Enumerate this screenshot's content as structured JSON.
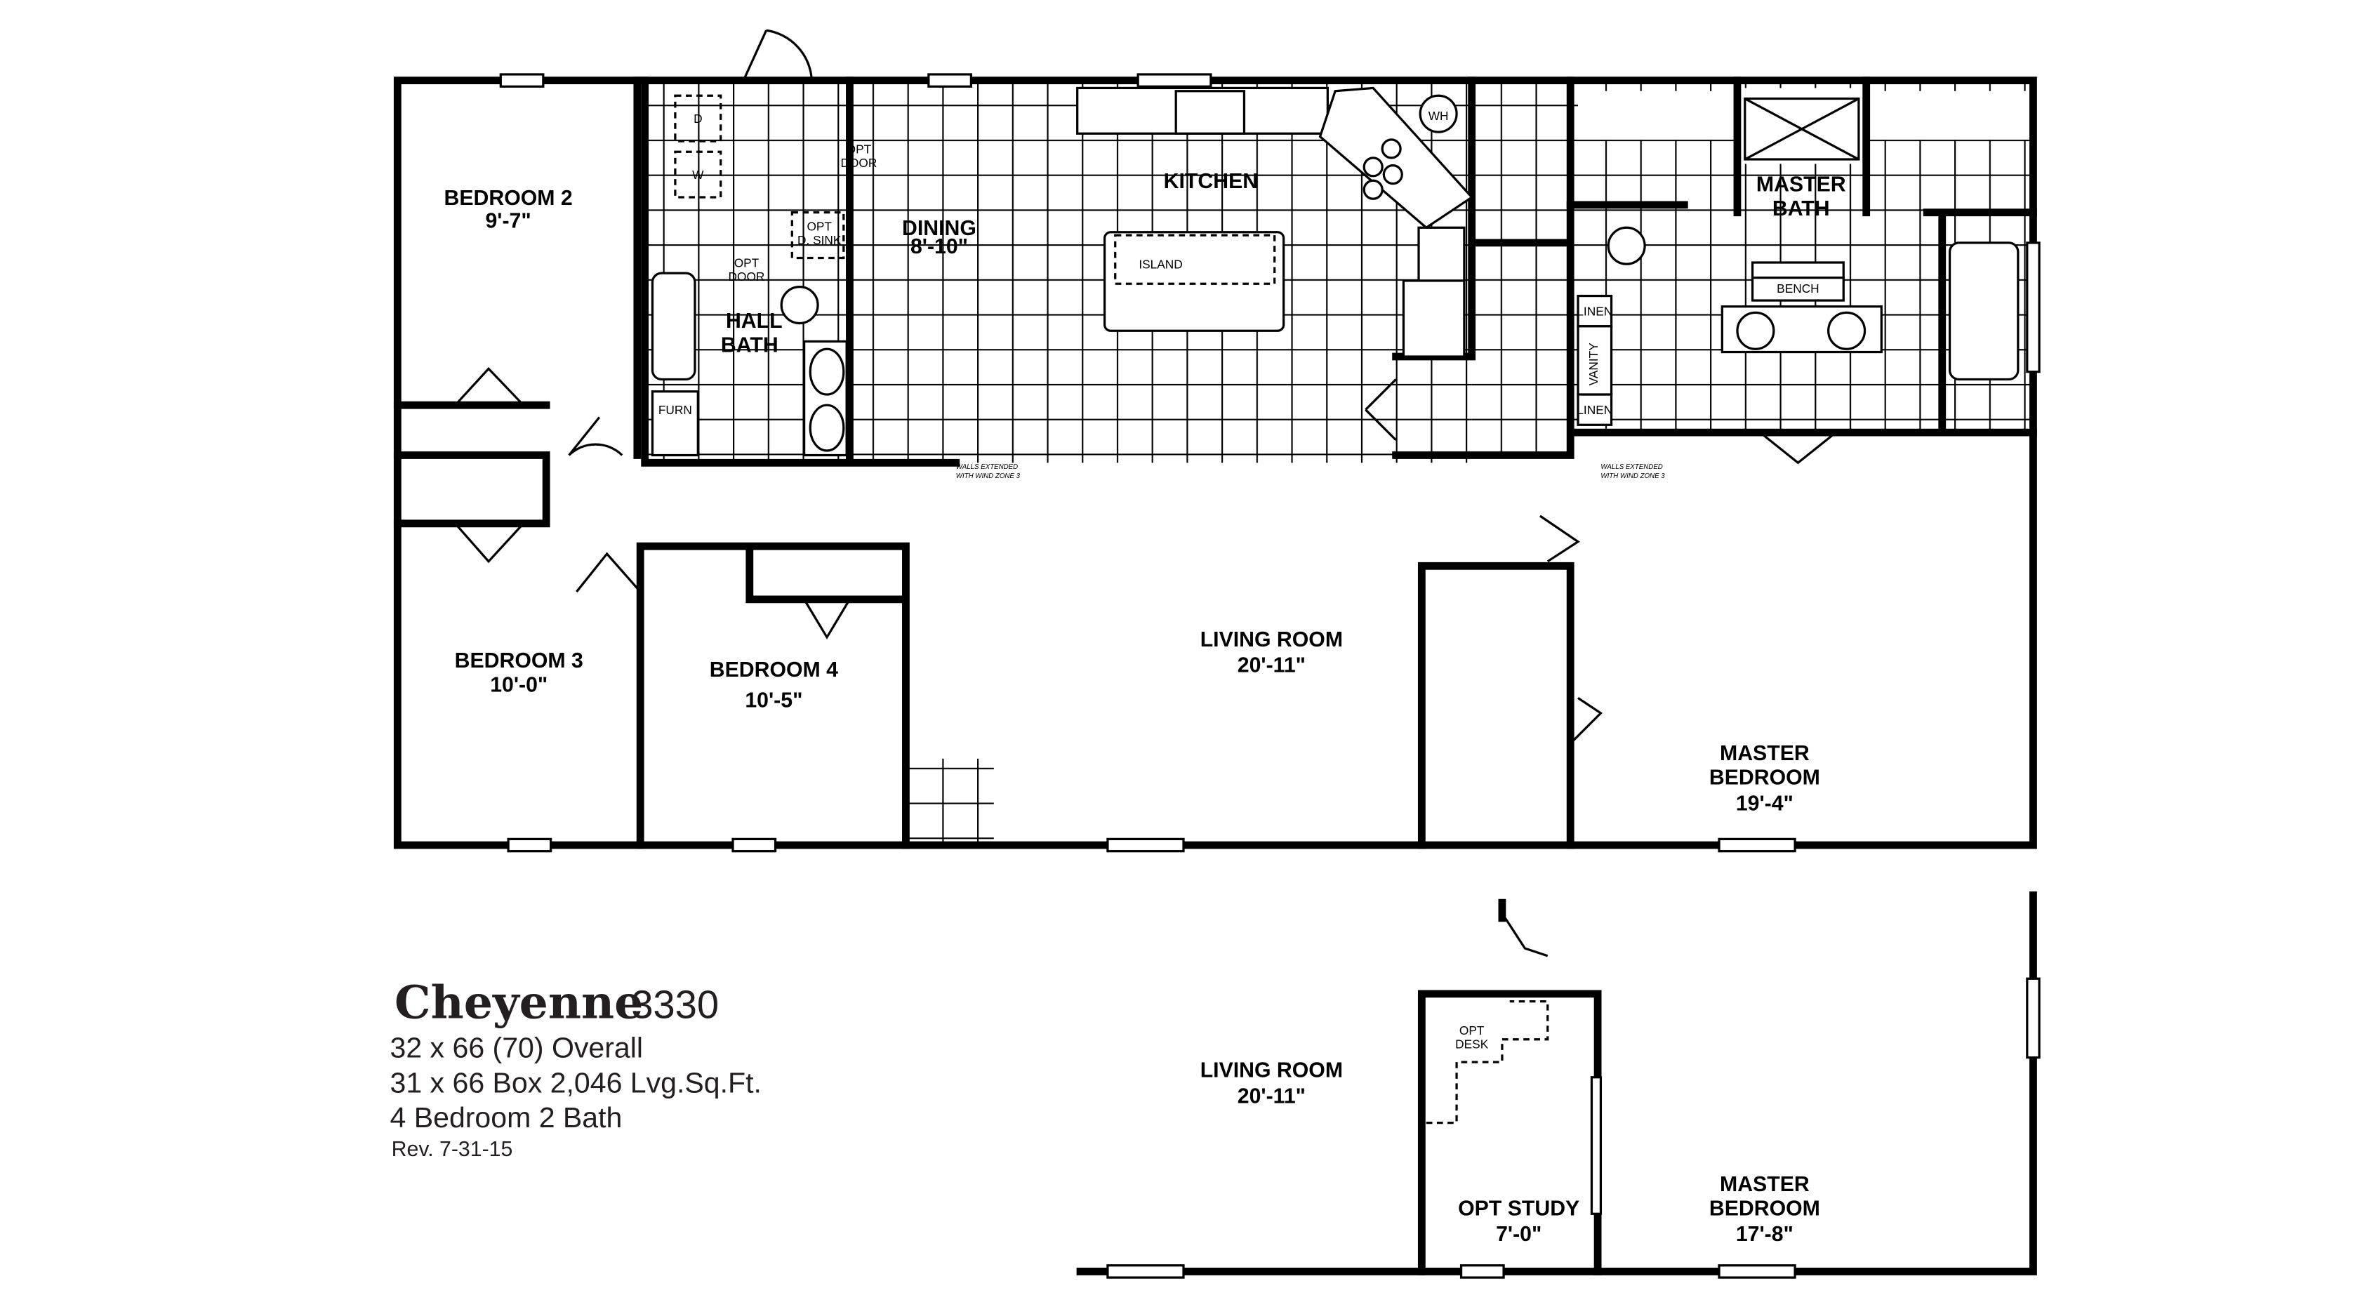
{
  "plan": {
    "name": "Cheyenne",
    "model": "3330",
    "specs": [
      "32 x 66 (70) Overall",
      "31 x 66 Box  2,046 Lvg.Sq.Ft.",
      "4 Bedroom  2 Bath"
    ],
    "revision": "Rev. 7-31-15"
  },
  "rooms": {
    "bedroom2": {
      "name": "BEDROOM 2",
      "size": "9'-7\""
    },
    "bedroom3": {
      "name": "BEDROOM 3",
      "size": "10'-0\""
    },
    "bedroom4": {
      "name": "BEDROOM 4",
      "size": "10'-5\""
    },
    "hall_bath": {
      "name1": "HALL",
      "name2": "BATH"
    },
    "dining": {
      "name": "DINING",
      "size": "8'-10\""
    },
    "kitchen": {
      "name": "KITCHEN"
    },
    "living": {
      "name": "LIVING ROOM",
      "size": "20'-11\""
    },
    "master_bath": {
      "name1": "MASTER",
      "name2": "BATH"
    },
    "master_bedroom": {
      "name1": "MASTER",
      "name2": "BEDROOM",
      "size": "19'-4\""
    }
  },
  "fixtures": {
    "dryer": "D",
    "washer": "W",
    "opt": "OPT",
    "door": "DOOR",
    "dsink": "D. SINK",
    "island": "ISLAND",
    "wh": "WH",
    "furn": "FURN",
    "linen": "LINEN",
    "vanity": "VANITY",
    "bench": "BENCH",
    "desk": "DESK",
    "wind_note_1": "WALLS EXTENDED",
    "wind_note_2": "WITH WIND ZONE 3"
  },
  "optional_plan": {
    "living": {
      "name": "LIVING ROOM",
      "size": "20'-11\""
    },
    "study": {
      "name": "OPT STUDY",
      "size": "7'-0\""
    },
    "master_bedroom": {
      "name1": "MASTER",
      "name2": "BEDROOM",
      "size": "17'-8\""
    }
  }
}
